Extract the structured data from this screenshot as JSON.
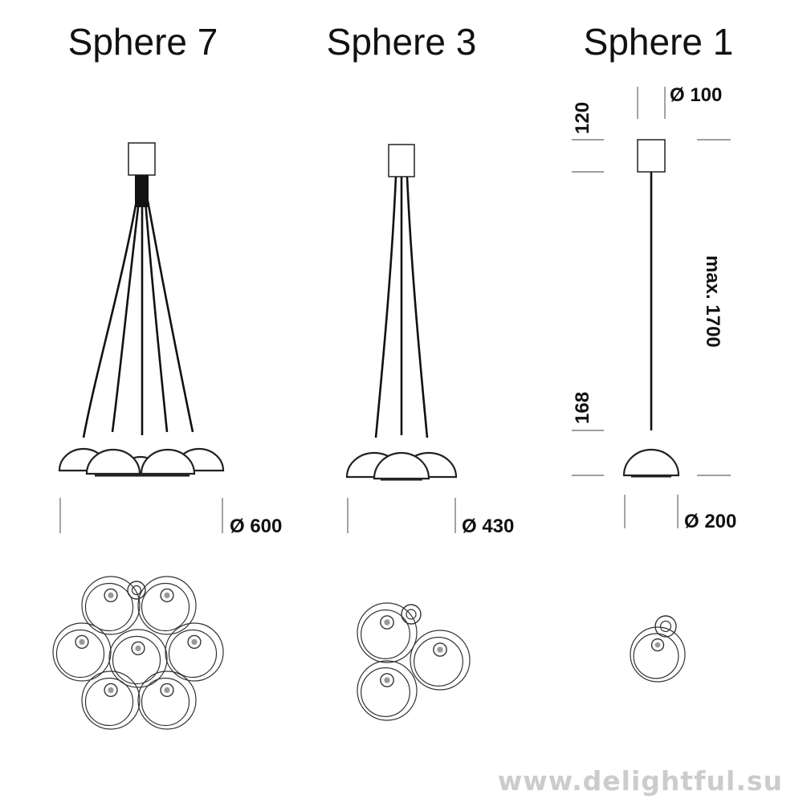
{
  "models": [
    {
      "name": "Sphere 7",
      "diameter": "Ø 600"
    },
    {
      "name": "Sphere 3",
      "diameter": "Ø 430"
    },
    {
      "name": "Sphere 1",
      "diameter": "Ø 200"
    }
  ],
  "sphere1_dimensions": {
    "canopy_diameter": "Ø 100",
    "canopy_height": "120",
    "max_length": "max. 1700",
    "shade_height": "168"
  },
  "watermark": "www.delightful.su"
}
